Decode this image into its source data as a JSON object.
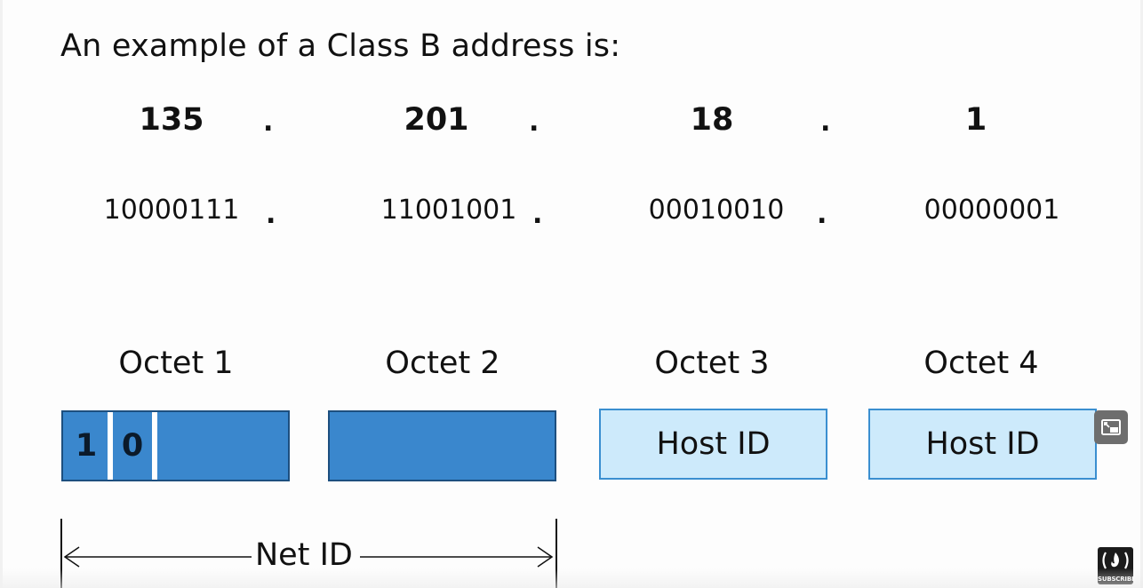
{
  "heading": "An example of a Class B address is:",
  "decimal_octets": [
    "135",
    "201",
    "18",
    "1"
  ],
  "binary_octets": [
    "10000111",
    "11001001",
    "00010010",
    "00000001"
  ],
  "separator": ".",
  "octet_labels": [
    "Octet 1",
    "Octet 2",
    "Octet 3",
    "Octet 4"
  ],
  "class_bits": [
    "1",
    "0"
  ],
  "host_boxes": [
    "Host ID",
    "Host ID"
  ],
  "net_id_label": "Net ID",
  "subscribe_label": "SUBSCRIBE",
  "icons": {
    "pip": "picture-in-picture-icon",
    "subscribe": "freecodecamp-logo-icon"
  },
  "colors": {
    "network_fill": "#3a87cd",
    "network_border": "#1d4f7f",
    "host_fill": "#cdeafb",
    "host_border": "#3a8fd0"
  }
}
